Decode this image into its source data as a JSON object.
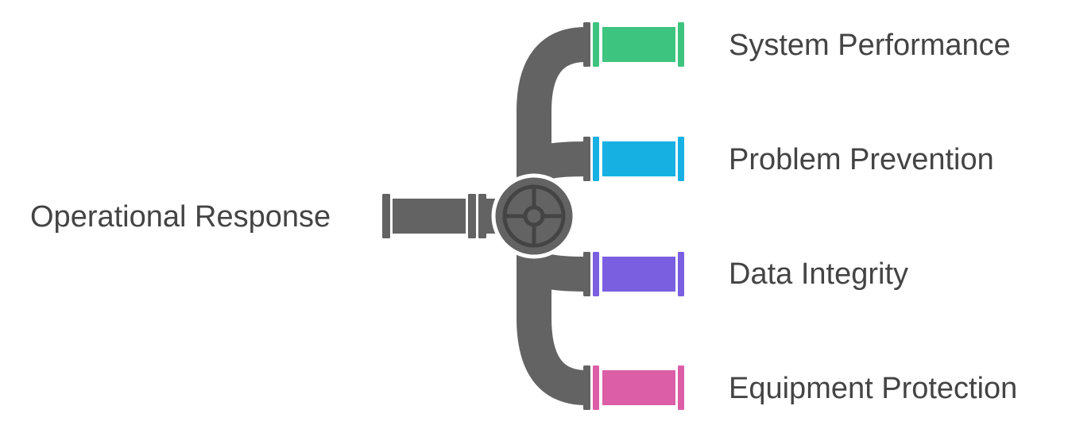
{
  "source": {
    "label": "Operational Response"
  },
  "branches": [
    {
      "label": "System Performance",
      "color": "#3dc47e"
    },
    {
      "label": "Problem Prevention",
      "color": "#16b0e3"
    },
    {
      "label": "Data Integrity",
      "color": "#7b5fe1"
    },
    {
      "label": "Equipment Protection",
      "color": "#db5ea6"
    }
  ],
  "colors": {
    "pipe": "#636363",
    "valve_ring": "#ffffff"
  }
}
